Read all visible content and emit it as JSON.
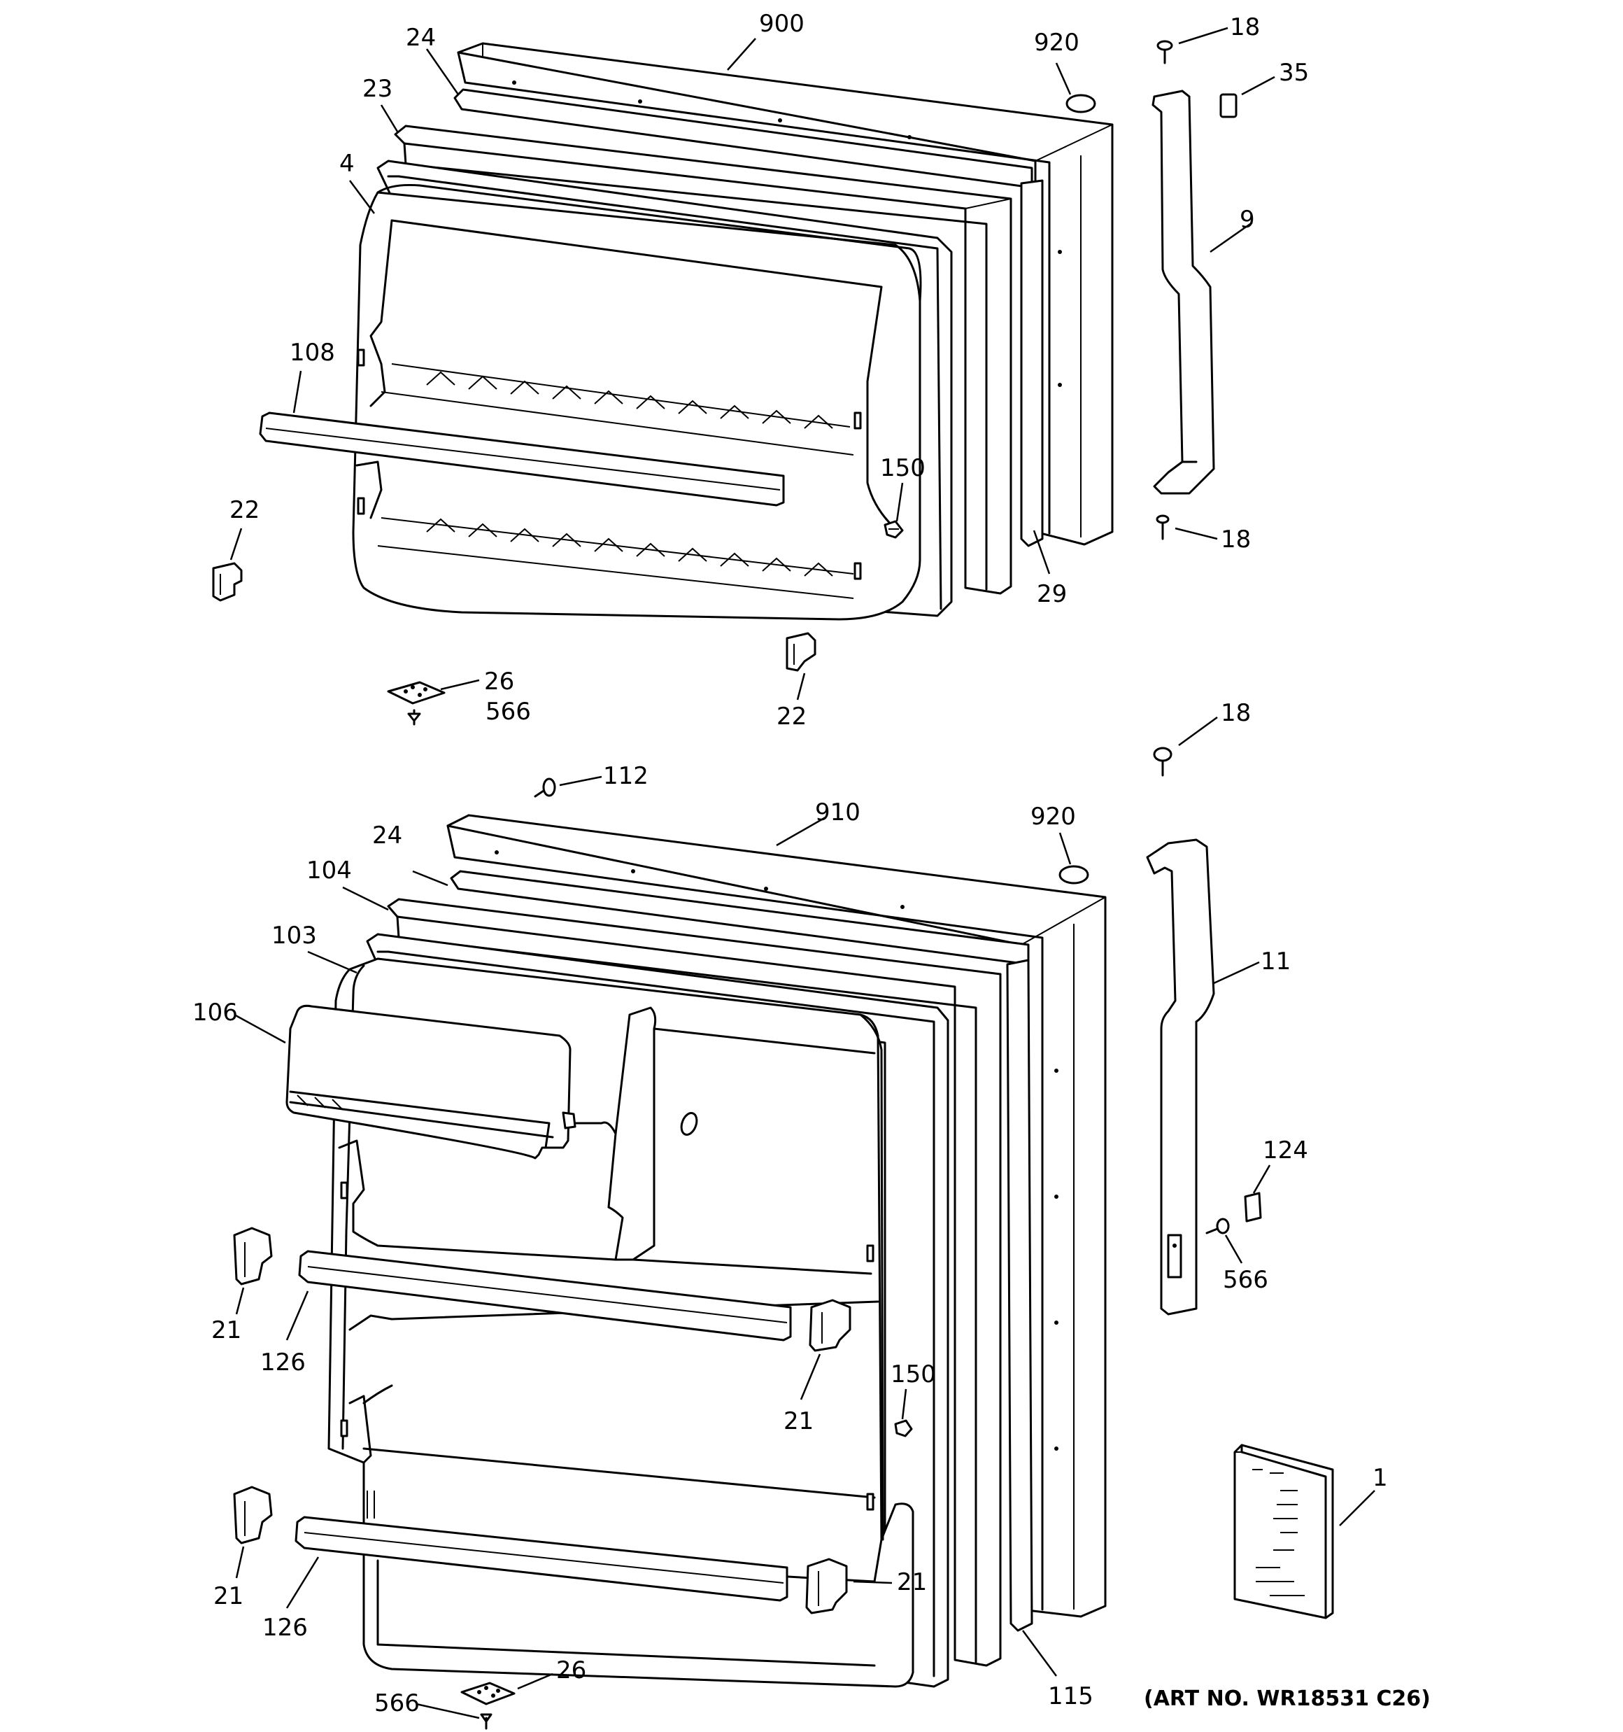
{
  "art_number": "(ART NO. WR18531 C26)",
  "callouts": [
    {
      "id": "900-top",
      "text": "900"
    },
    {
      "id": "920-top",
      "text": "920"
    },
    {
      "id": "18-top-a",
      "text": "18"
    },
    {
      "id": "35",
      "text": "35"
    },
    {
      "id": "24-top",
      "text": "24"
    },
    {
      "id": "23",
      "text": "23"
    },
    {
      "id": "4",
      "text": "4"
    },
    {
      "id": "9",
      "text": "9"
    },
    {
      "id": "108",
      "text": "108"
    },
    {
      "id": "150-top",
      "text": "150"
    },
    {
      "id": "22-left",
      "text": "22"
    },
    {
      "id": "18-top-b",
      "text": "18"
    },
    {
      "id": "29",
      "text": "29"
    },
    {
      "id": "26-top",
      "text": "26"
    },
    {
      "id": "566-top",
      "text": "566"
    },
    {
      "id": "22-bottom",
      "text": "22"
    },
    {
      "id": "18-mid",
      "text": "18"
    },
    {
      "id": "112",
      "text": "112"
    },
    {
      "id": "910",
      "text": "910"
    },
    {
      "id": "920-bottom",
      "text": "920"
    },
    {
      "id": "24-bottom",
      "text": "24"
    },
    {
      "id": "104",
      "text": "104"
    },
    {
      "id": "103",
      "text": "103"
    },
    {
      "id": "11",
      "text": "11"
    },
    {
      "id": "106",
      "text": "106"
    },
    {
      "id": "124",
      "text": "124"
    },
    {
      "id": "566-right",
      "text": "566"
    },
    {
      "id": "21-left-upper",
      "text": "21"
    },
    {
      "id": "126-upper",
      "text": "126"
    },
    {
      "id": "150-bottom",
      "text": "150"
    },
    {
      "id": "21-mid",
      "text": "21"
    },
    {
      "id": "1",
      "text": "1"
    },
    {
      "id": "21-left-lower",
      "text": "21"
    },
    {
      "id": "126-lower",
      "text": "126"
    },
    {
      "id": "21-right-lower",
      "text": "21"
    },
    {
      "id": "115",
      "text": "115"
    },
    {
      "id": "26-bottom",
      "text": "26"
    },
    {
      "id": "566-bottom",
      "text": "566"
    }
  ]
}
